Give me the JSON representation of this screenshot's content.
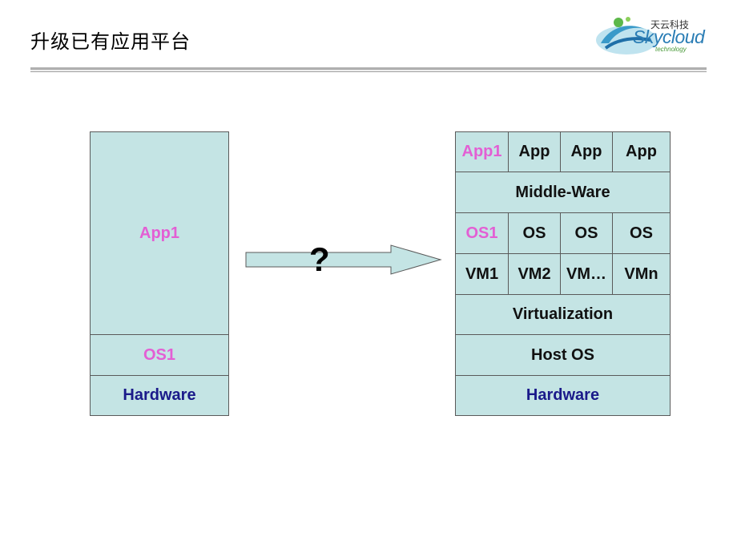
{
  "slide": {
    "title": "升级已有应用平台"
  },
  "logo": {
    "chinese": "天云科技",
    "name": "Skycloud",
    "sub": "technology"
  },
  "left_stack": {
    "app": "App1",
    "os": "OS1",
    "hardware": "Hardware"
  },
  "arrow": {
    "label": "?"
  },
  "right_stack": {
    "apps": [
      "App1",
      "App",
      "App",
      "App"
    ],
    "middleware": "Middle-Ware",
    "oses": [
      "OS1",
      "OS",
      "OS",
      "OS"
    ],
    "vms": [
      "VM1",
      "VM2",
      "VM…",
      "VMn"
    ],
    "virtualization": "Virtualization",
    "host_os": "Host OS",
    "hardware": "Hardware"
  },
  "colors": {
    "box_fill": "#c4e4e4",
    "highlight_text": "#e35fd4",
    "hardware_text": "#1a1a8a"
  }
}
